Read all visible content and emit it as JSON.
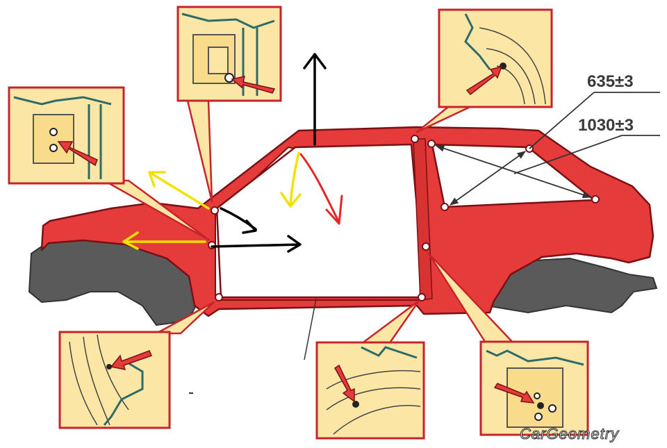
{
  "dimensions": {
    "diag_1": "635±3",
    "diag_2": "1030±3"
  },
  "watermark": "CarGeometry",
  "colors": {
    "body_red": "#e53b3b",
    "body_red_dark": "#b51f22",
    "tire_gray": "#555555",
    "detail_yellow": "#fbe6a6",
    "callout_border": "#c8232a",
    "seam_teal": "#2d6b6b",
    "marker_black": "#000000",
    "marker_red": "#e52626",
    "marker_yellow": "#f2e200"
  },
  "icons": [
    "red-pointer-arrow-icon",
    "reference-hole-icon"
  ]
}
